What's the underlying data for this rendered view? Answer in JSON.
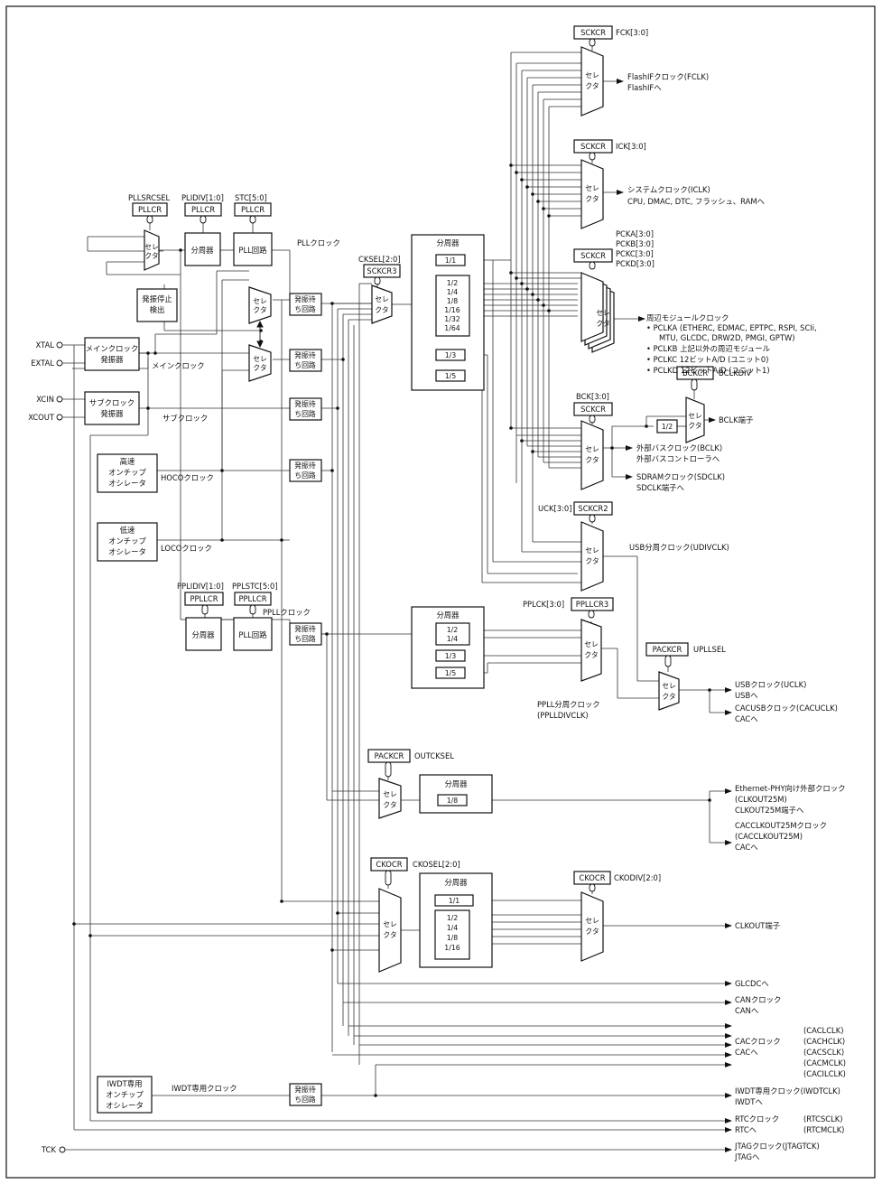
{
  "inputs": {
    "xtal": "XTAL",
    "extal": "EXTAL",
    "xcin": "XCIN",
    "xcout": "XCOUT",
    "tck": "TCK"
  },
  "oscillators": {
    "main": [
      "メインクロック",
      "発振器"
    ],
    "sub": [
      "サブクロック",
      "発振器"
    ],
    "hoco": [
      "高速",
      "オンチップ",
      "オシレータ"
    ],
    "loco": [
      "低速",
      "オンチップ",
      "オシレータ"
    ],
    "iwdt": [
      "IWDT専用",
      "オンチップ",
      "オシレータ"
    ]
  },
  "clock_labels": {
    "main": "メインクロック",
    "sub": "サブクロック",
    "hoco": "HOCOクロック",
    "loco": "LOCOクロック",
    "iwdt": "IWDT専用クロック",
    "pll": "PLLクロック",
    "ppll": "PPLLクロック"
  },
  "blocks": {
    "oscstop": [
      "発振停止",
      "検出"
    ],
    "wait": [
      "発振待",
      "ち回路"
    ],
    "divider": "分周器",
    "pll": "PLL回路",
    "selector": [
      "セレ",
      "クタ"
    ]
  },
  "registers": {
    "pllsrcsel": "PLLSRCSEL",
    "plidiv": "PLIDIV[1:0]",
    "stc": "STC[5:0]",
    "pllcr": "PLLCR",
    "ckselfield": "CKSEL[2:0]",
    "sckcr3": "SCKCR3",
    "sckcr": "SCKCR",
    "sckcr2": "SCKCR2",
    "fck": "FCK[3:0]",
    "ick": "ICK[3:0]",
    "pcka": "PCKA[3:0]",
    "pckb": "PCKB[3:0]",
    "pckc": "PCKC[3:0]",
    "pckd": "PCKD[3:0]",
    "bck": "BCK[3:0]",
    "bckcr": "BCKCR",
    "bclkdiv": "BCLKDIV",
    "uck": "UCK[3:0]",
    "pplidiv": "PPLIDIV[1:0]",
    "pplstc": "PPLSTC[5:0]",
    "ppllcr": "PPLLCR",
    "pplck": "PPLCK[3:0]",
    "ppllcr3": "PPLLCR3",
    "packcr": "PACKCR",
    "upllsel": "UPLLSEL",
    "outcksel": "OUTCKSEL",
    "ckocr": "CKOCR",
    "ckosel": "CKOSEL[2:0]",
    "ckodiv": "CKODIV[2:0]"
  },
  "dividers": {
    "main": [
      "1/1",
      "1/2",
      "1/4",
      "1/8",
      "1/16",
      "1/32",
      "1/64",
      "1/3",
      "1/5"
    ],
    "ppll": [
      "1/2",
      "1/4",
      "1/3",
      "1/5"
    ],
    "out25": "1/8",
    "ckout": [
      "1/1",
      "1/2",
      "1/4",
      "1/8",
      "1/16"
    ],
    "bclk": "1/2"
  },
  "outputs": {
    "fclk": [
      "FlashIFクロック(FCLK)",
      "FlashIFへ"
    ],
    "iclk": [
      "システムクロック(ICLK)",
      "CPU, DMAC, DTC, フラッシュ、RAMへ"
    ],
    "periph_title": "周辺モジュールクロック",
    "pclka": "PCLKA (ETHERC, EDMAC, EPTPC, RSPI, SCIi,",
    "pclka2": "MTU, GLCDC, DRW2D, PMGI, GPTW)",
    "pclkb": "PCLKB  上記以外の周辺モジュール",
    "pclkc": "PCLKC  12ビットA/D (ユニット0)",
    "pclkd": "PCLKD  12ビットA/D (ユニット1)",
    "bclkpin": "BCLK端子",
    "bclk": [
      "外部バスクロック(BCLK)",
      "外部バスコントローラへ"
    ],
    "sdclk": [
      "SDRAMクロック(SDCLK)",
      "SDCLK端子へ"
    ],
    "udivclk": "USB分周クロック(UDIVCLK)",
    "ppldivclk": [
      "PPLL分周クロック",
      "(PPLLDIVCLK)"
    ],
    "uclk": [
      "USBクロック(UCLK)",
      "USBへ",
      "CACUSBクロック(CACUCLK)",
      "CACへ"
    ],
    "clkout25": [
      "Ethernet-PHY向け外部クロック",
      "(CLKOUT25M)",
      "CLKOUT25M端子へ",
      "CACCLKOUT25Mクロック",
      "(CACCLKOUT25M)",
      "CACへ"
    ],
    "clkoutpin": "CLKOUT端子",
    "glcdc": "GLCDCへ",
    "can": [
      "CANクロック",
      "CANへ"
    ],
    "cac": [
      "CACクロック",
      "CACへ"
    ],
    "cacclk": [
      "(CACLCLK)",
      "(CACHCLK)",
      "(CACSCLK)",
      "(CACMCLK)",
      "(CACILCLK)"
    ],
    "iwdtclk": [
      "IWDT専用クロック(IWDTCLK)",
      "IWDTへ"
    ],
    "rtc": [
      "RTCクロック",
      "RTCへ"
    ],
    "rtcclk": [
      "(RTCSCLK)",
      "(RTCMCLK)"
    ],
    "jtag": [
      "JTAGクロック(JTAGTCK)",
      "JTAGへ"
    ]
  }
}
